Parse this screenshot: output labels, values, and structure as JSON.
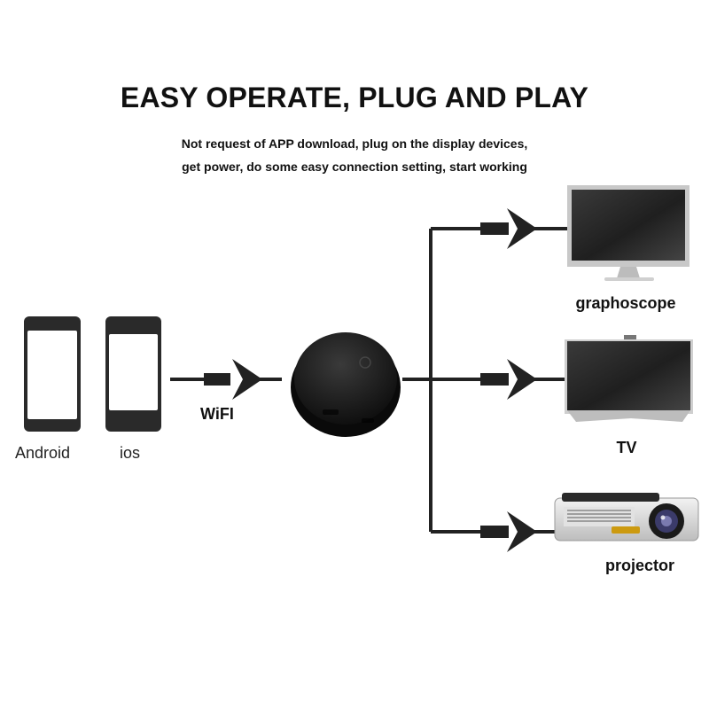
{
  "heading": {
    "title": "EASY OPERATE, PLUG AND PLAY",
    "line1": "Not request of APP download, plug on the display devices,",
    "line2": "get power, do some easy connection setting, start working"
  },
  "sources": {
    "android_label": "Android",
    "ios_label": "ios",
    "wifi_label": "WiFI"
  },
  "outputs": {
    "monitor_label": "graphoscope",
    "tv_label": "TV",
    "projector_label": "projector"
  },
  "colors": {
    "ink": "#111111",
    "screen_dark": "#2a2a2a",
    "device": "#1a1a1a"
  }
}
